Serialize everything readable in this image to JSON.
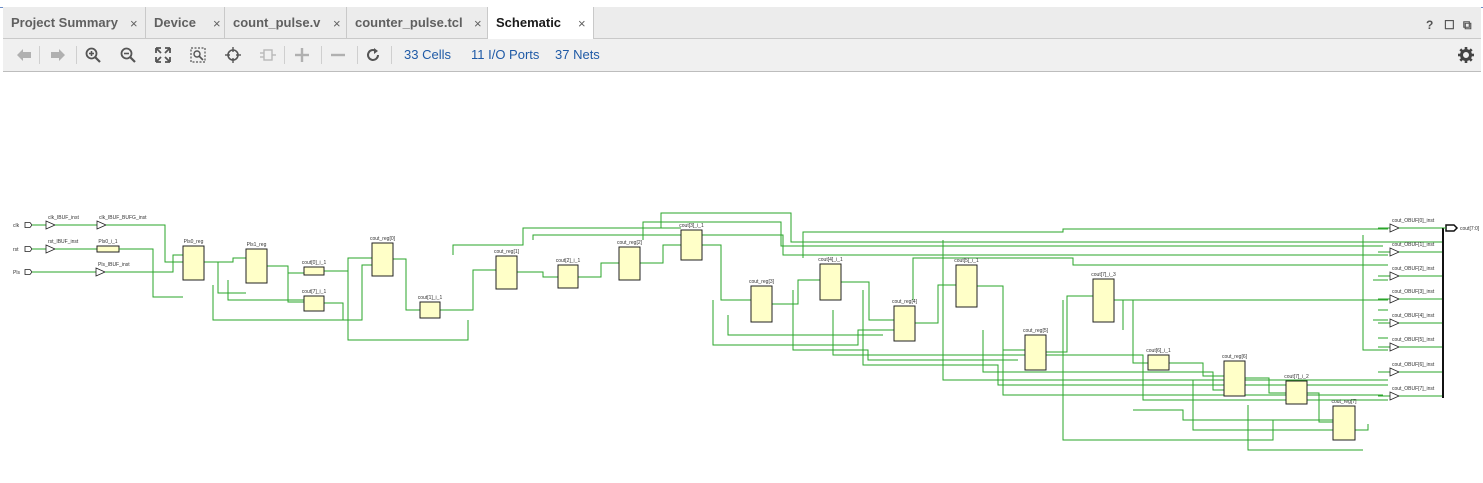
{
  "tabs": [
    {
      "label": "Project Summary",
      "active": false
    },
    {
      "label": "Device",
      "active": false
    },
    {
      "label": "count_pulse.v",
      "active": false
    },
    {
      "label": "counter_pulse.tcl",
      "active": false
    },
    {
      "label": "Schematic",
      "active": true
    }
  ],
  "close_glyph": "×",
  "window_buttons": {
    "help": "?",
    "restore": "☐",
    "float": "⧉"
  },
  "toolbar": {
    "stats": {
      "cells": "33 Cells",
      "io_ports": "11 I/O Ports",
      "nets": "37 Nets"
    }
  },
  "icons": [
    "back-arrow-icon",
    "forward-arrow-icon",
    "zoom-in-icon",
    "zoom-out-icon",
    "zoom-fit-icon",
    "zoom-area-icon",
    "crosshair-icon",
    "expand-cell-icon",
    "plus-icon",
    "minus-icon",
    "refresh-icon",
    "gear-icon"
  ],
  "colors": {
    "wire": "#2aa52a",
    "cell_fill": "#ffffc8",
    "link": "#1f5aa6"
  },
  "schematic": {
    "inputs": [
      "clk",
      "rst",
      "Pls"
    ],
    "input_buffers": [
      "clk_IBUF_inst",
      "clk_IBUF_BUFG_inst",
      "rst_IBUF_inst",
      "Pls_IBUF_inst",
      "Pls0_i_1"
    ],
    "cells": [
      "Pls0_reg",
      "Pls1_reg",
      "cout[0]_i_1",
      "cout[7]_i_1",
      "cout_reg[0]",
      "cout[1]_i_1",
      "cout_reg[1]",
      "cout[2]_i_1",
      "cout_reg[2]",
      "cout[3]_i_1",
      "cout_reg[3]",
      "cout[4]_i_1",
      "cout_reg[4]",
      "cout[5]_i_1",
      "cout_reg[5]",
      "cout[7]_i_3",
      "cout[6]_i_1",
      "cout_reg[6]",
      "cout[7]_i_2",
      "cout_reg[7]"
    ],
    "output_buffers": [
      "cout_OBUF[0]_inst",
      "cout_OBUF[1]_inst",
      "cout_OBUF[2]_inst",
      "cout_OBUF[3]_inst",
      "cout_OBUF[4]_inst",
      "cout_OBUF[5]_inst",
      "cout_OBUF[6]_inst",
      "cout_OBUF[7]_inst"
    ],
    "output_port": "cout[7:0]"
  }
}
